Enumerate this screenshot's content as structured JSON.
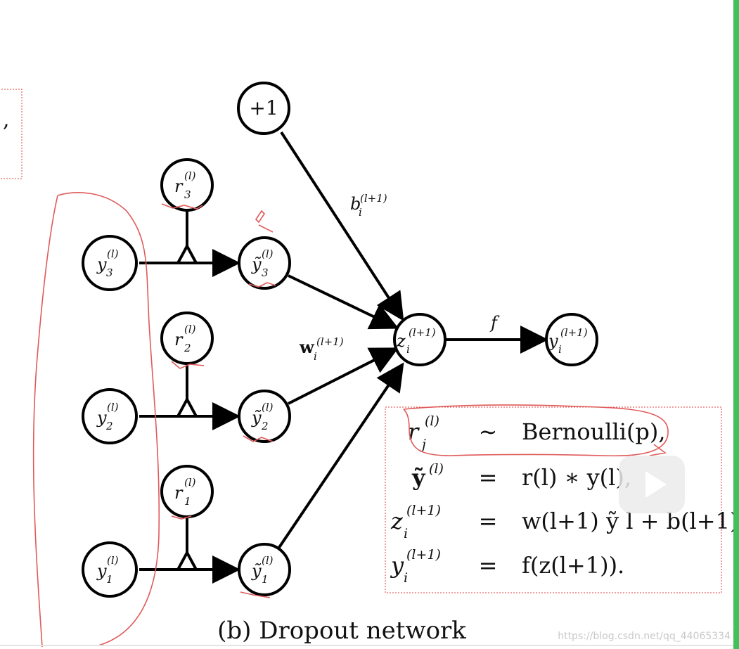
{
  "caption": "(b) Dropout network",
  "watermark": "https://blog.csdn.net/qq_44065334",
  "accent_color": "#44c05a",
  "annotation_color": "#e05a5a",
  "left_fragment": ",",
  "nodes": {
    "bias": "+1",
    "y3": {
      "base": "y",
      "sub": "3",
      "sup": "(l)"
    },
    "y2": {
      "base": "y",
      "sub": "2",
      "sup": "(l)"
    },
    "y1": {
      "base": "y",
      "sub": "1",
      "sup": "(l)"
    },
    "r3": {
      "base": "r",
      "sub": "3",
      "sup": "(l)"
    },
    "r2": {
      "base": "r",
      "sub": "2",
      "sup": "(l)"
    },
    "r1": {
      "base": "r",
      "sub": "1",
      "sup": "(l)"
    },
    "yt3": {
      "base": "ỹ",
      "sub": "3",
      "sup": "(l)"
    },
    "yt2": {
      "base": "ỹ",
      "sub": "2",
      "sup": "(l)"
    },
    "yt1": {
      "base": "ỹ",
      "sub": "1",
      "sup": "(l)"
    },
    "z": {
      "base": "z",
      "sub": "i",
      "sup": "(l+1)"
    },
    "out": {
      "base": "y",
      "sub": "i",
      "sup": "(l+1)"
    }
  },
  "edge_labels": {
    "bias": {
      "base": "b",
      "sub": "i",
      "sup": "(l+1)"
    },
    "weights": {
      "base": "w",
      "sub": "i",
      "sup": "(l+1)"
    },
    "activation": "f"
  },
  "equations": [
    {
      "lhs_base": "r",
      "lhs_sub": "j",
      "lhs_sup": "(l)",
      "op": "∼",
      "rhs": "Bernoulli(p),"
    },
    {
      "lhs_base": "ỹ",
      "lhs_sub": "",
      "lhs_sup": "(l)",
      "op": "=",
      "rhs": "r(l) ∗ y(l),"
    },
    {
      "lhs_base": "z",
      "lhs_sub": "i",
      "lhs_sup": "(l+1)",
      "op": "=",
      "rhs": "w(l+1) ỹ l + b(l+1),"
    },
    {
      "lhs_base": "y",
      "lhs_sub": "i",
      "lhs_sup": "(l+1)",
      "op": "=",
      "rhs": "f(z(l+1))."
    }
  ],
  "overlay": {
    "play_icon": "play-icon"
  }
}
